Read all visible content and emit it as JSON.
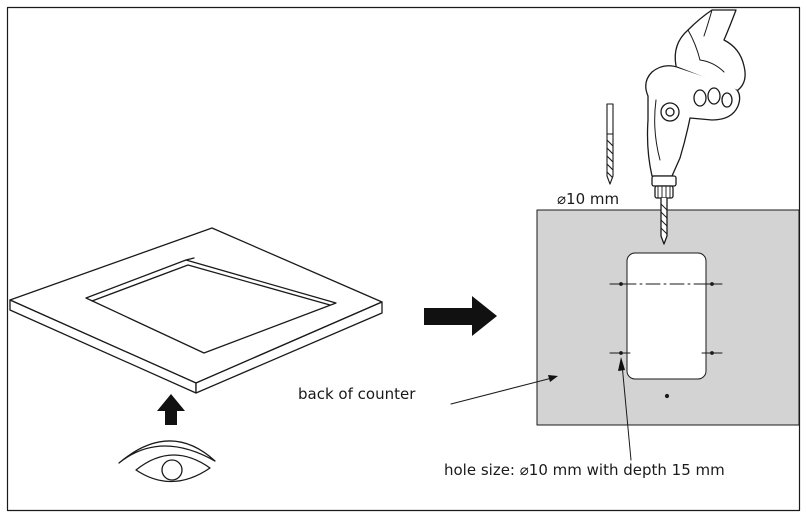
{
  "labels": {
    "drill_bit_size": "⌀10 mm",
    "back_of_counter": "back of counter",
    "hole_size": "hole size: ⌀10 mm with depth 15 mm"
  },
  "colors": {
    "line": "#1a1a1a",
    "counter_fill": "#d3d3d3",
    "arrow_fill": "#111111"
  },
  "icons": [
    "eye-icon",
    "up-arrow-icon",
    "right-arrow-icon",
    "drill-icon",
    "drill-bit-icon"
  ]
}
